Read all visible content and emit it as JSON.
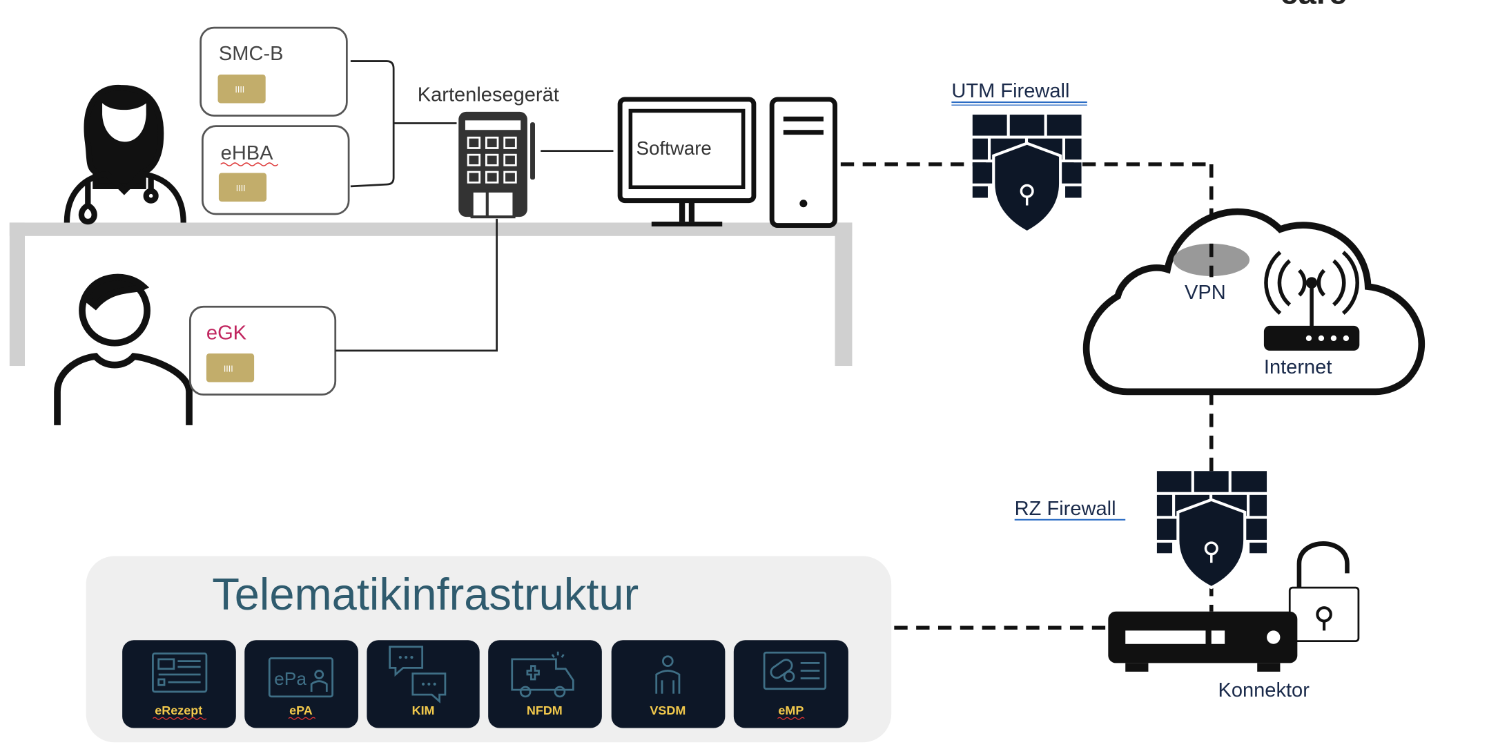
{
  "brand": {
    "text": "care"
  },
  "cards": {
    "smcb": "SMC-B",
    "ehba": "eHBA",
    "egk": "eGK",
    "chip_mark": "IIII"
  },
  "devices": {
    "card_reader": "Kartenlesegerät",
    "software": "Software",
    "utm_firewall": "UTM Firewall",
    "vpn": "VPN",
    "internet": "Internet",
    "rz_firewall": "RZ Firewall",
    "connector": "Konnektor"
  },
  "ti": {
    "title": "Telematikinfrastruktur",
    "services": [
      {
        "label": "eRezept",
        "icon": "erezept-icon"
      },
      {
        "label": "ePA",
        "icon": "epa-icon"
      },
      {
        "label": "KIM",
        "icon": "kim-icon"
      },
      {
        "label": "NFDM",
        "icon": "nfdm-icon"
      },
      {
        "label": "VSDM",
        "icon": "vsdm-icon"
      },
      {
        "label": "eMP",
        "icon": "emp-icon"
      }
    ],
    "epa_icon_text": "ePa"
  },
  "colors": {
    "dark": "#0d1727",
    "card_chip": "#c2ad6b",
    "egk_text": "#c0245e",
    "ti_title": "#2f5b6e",
    "service_label": "#f2c94c",
    "service_icon": "#3f6f86",
    "ti_panel": "#efefef",
    "desk": "#d0d0d0"
  }
}
